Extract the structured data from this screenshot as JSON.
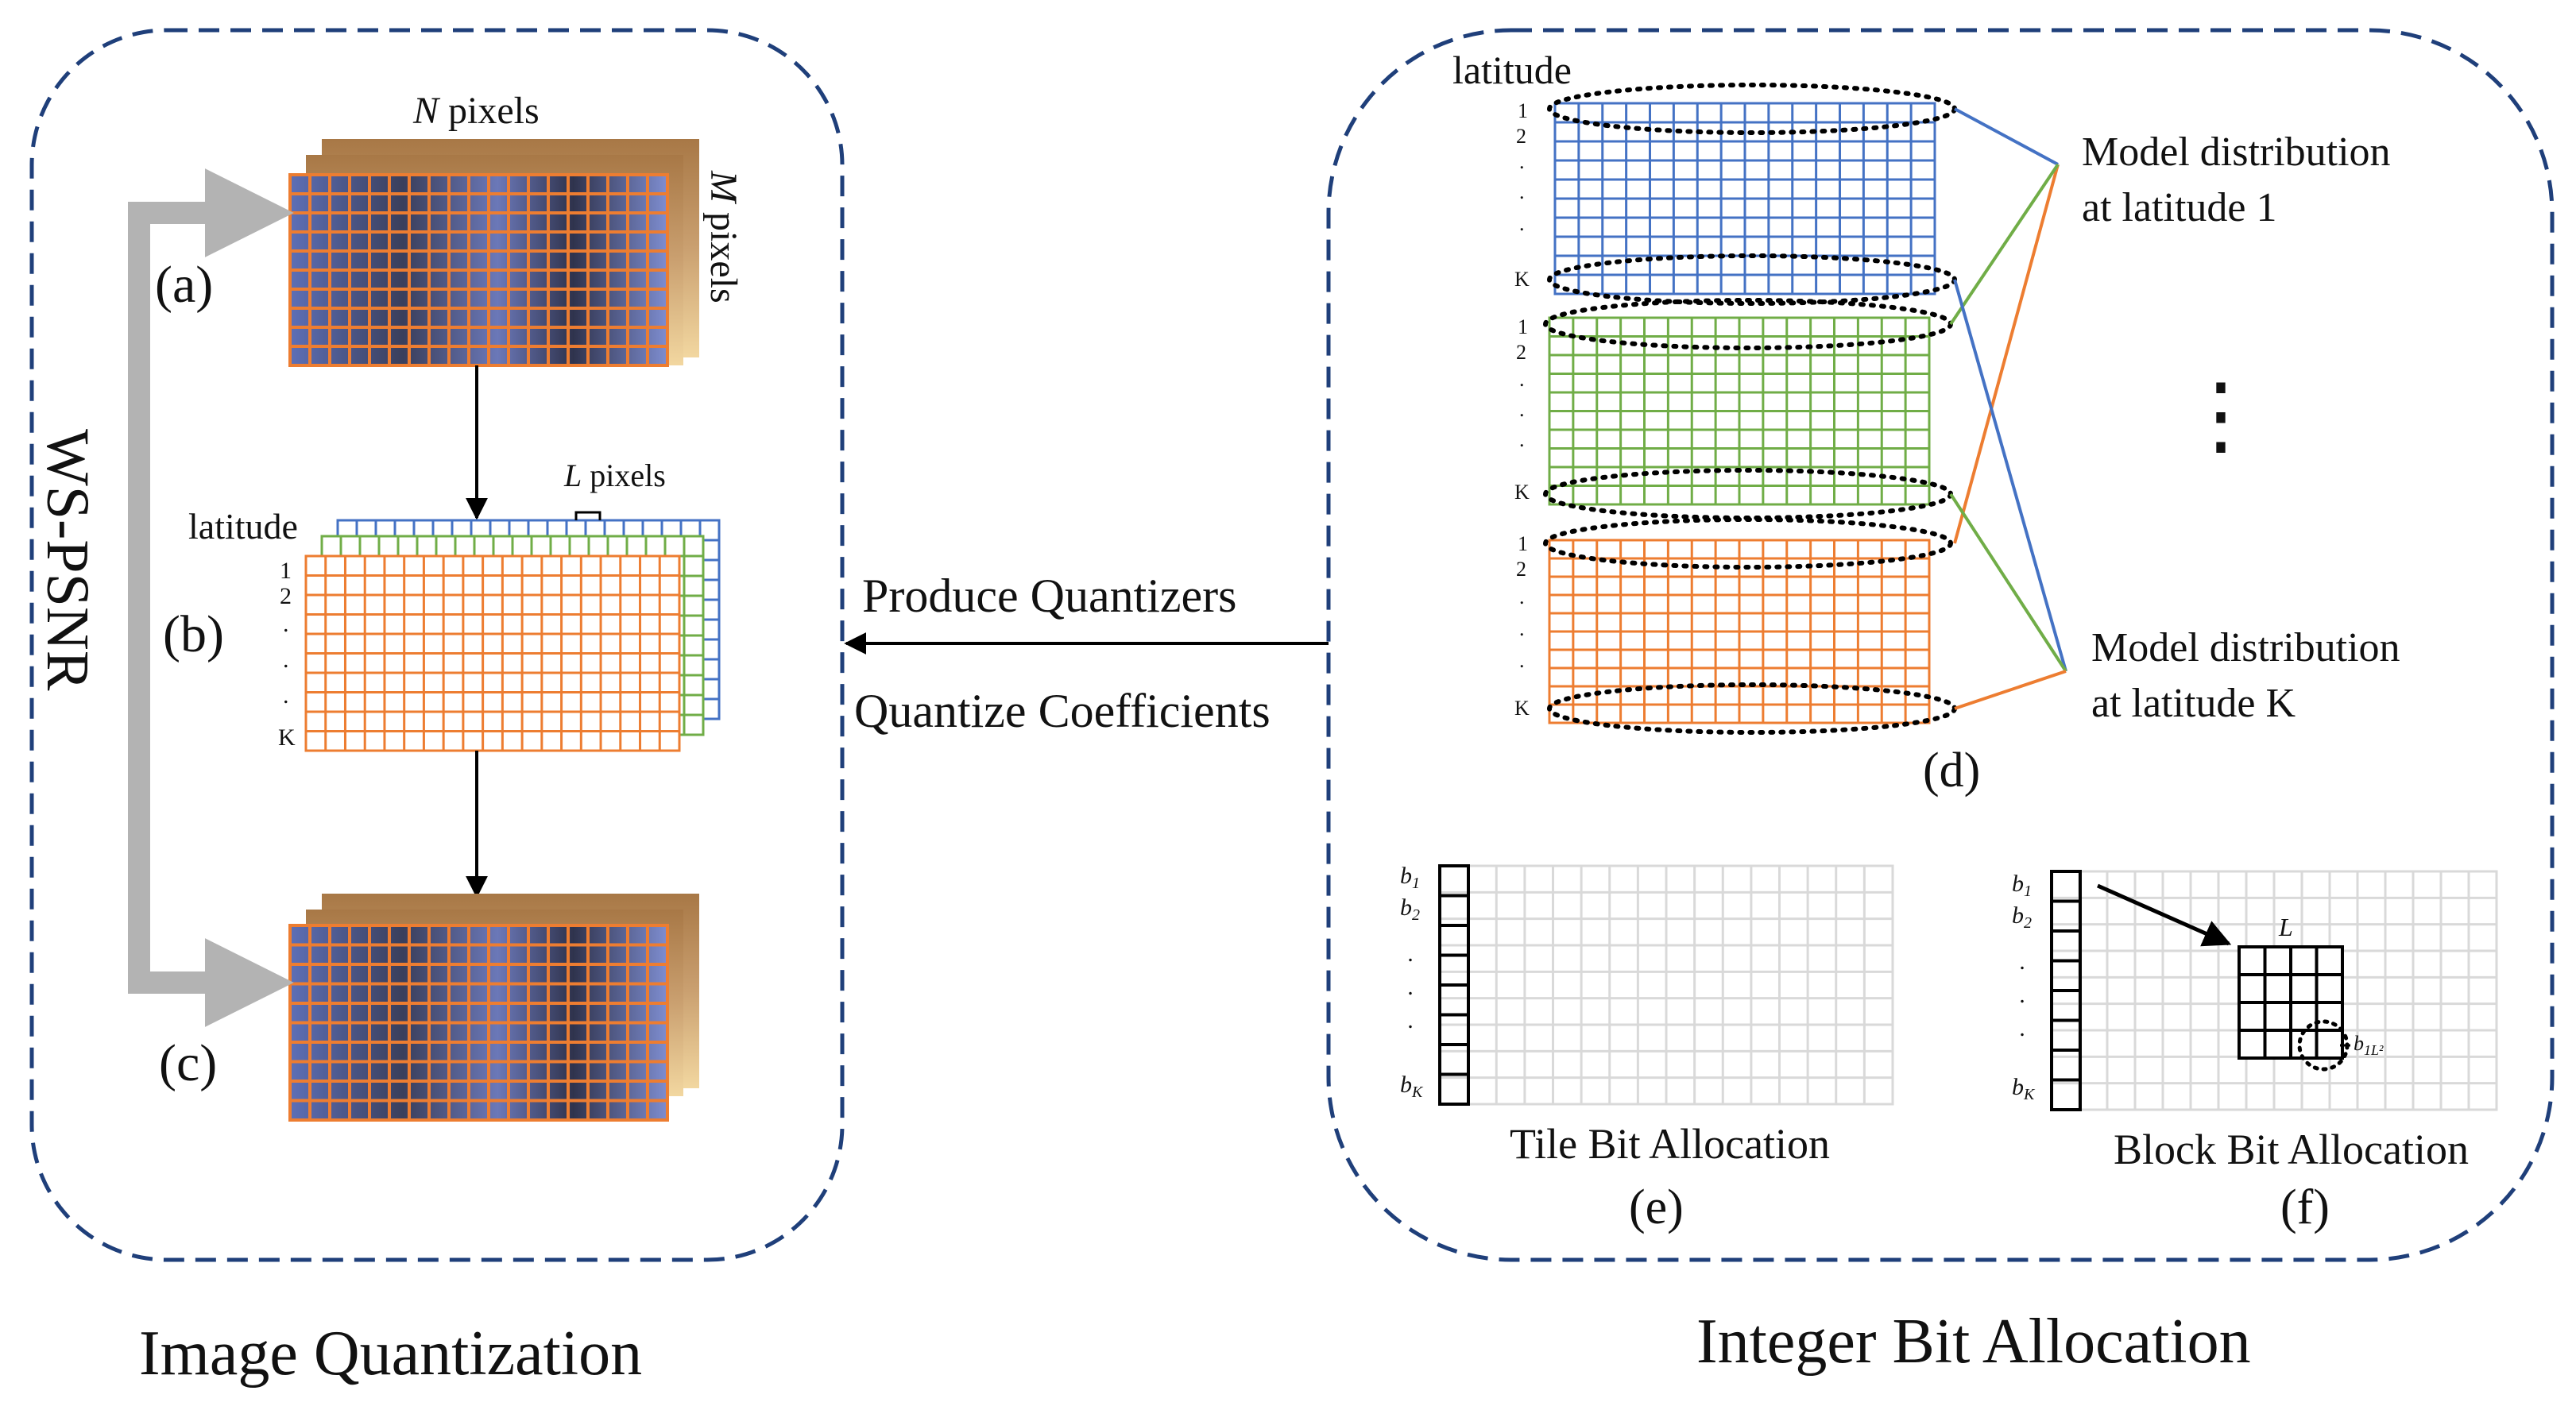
{
  "left_panel": {
    "title": "Image Quantization",
    "vertical_label": "WS-PSNR",
    "top_axis_label_var": "N",
    "top_axis_label_unit": " pixels",
    "side_axis_label_var": "M",
    "side_axis_label_unit": " pixels",
    "block_label_var": "L",
    "block_label_unit": " pixels",
    "latitude_label": "latitude",
    "row_labels": {
      "first": "1",
      "second": "2",
      "dot": ".",
      "last": "K"
    },
    "step_a": "(a)",
    "step_b": "(b)",
    "step_c": "(c)"
  },
  "middle": {
    "produce_label": "Produce Quantizers",
    "quantize_label": "Quantize Coefficients"
  },
  "right_panel": {
    "title": "Integer Bit Allocation",
    "latitude_label": "latitude",
    "row_labels": {
      "first": "1",
      "second": "2",
      "dot": ".",
      "last": "K"
    },
    "model_1_line1": "Model distribution",
    "model_1_line2": "at latitude 1",
    "model_k_line1": "Model distribution",
    "model_k_line2": "at latitude K",
    "vertical_ellipsis": "⋮",
    "step_d": "(d)",
    "tile_caption": "Tile Bit Allocation",
    "step_e": "(e)",
    "block_caption": "Block Bit Allocation",
    "step_f": "(f)",
    "b_symbol": "b",
    "b1_sub": "1",
    "b2_sub": "2",
    "bk_sub": "K",
    "block_L": "L",
    "b1L2_sub": "1L²"
  },
  "colors": {
    "frame": "#1f3f7a",
    "blue": "#4472c4",
    "green": "#70ad47",
    "orange": "#ed7d31",
    "gray_arrow": "#b3b3b3",
    "light_grid": "#d9d9d9"
  }
}
